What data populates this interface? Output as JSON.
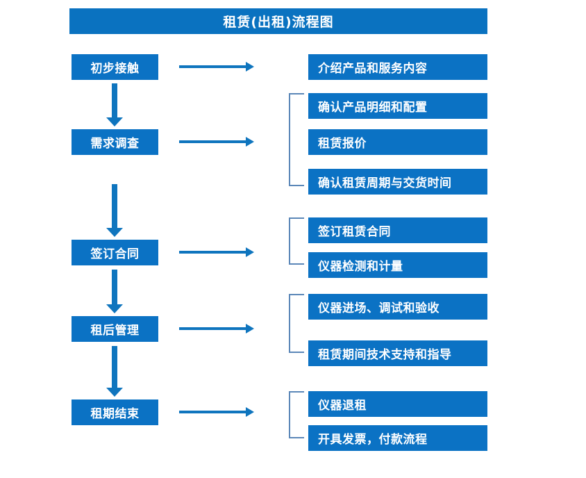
{
  "title": "租赁(出租)流程图",
  "colors": {
    "box_blue": "#0B72C4",
    "title_blue": "#0A72C0",
    "arrow_blue": "#0F75BE",
    "bracket_blue": "#5B87B8",
    "text_white": "#FFFFFF",
    "background": "#FFFFFF"
  },
  "stages": [
    {
      "label": "初步接触"
    },
    {
      "label": "需求调查"
    },
    {
      "label": "签订合同"
    },
    {
      "label": "租后管理"
    },
    {
      "label": "租期结束"
    }
  ],
  "details": [
    {
      "label": "介绍产品和服务内容"
    },
    {
      "label": "确认产品明细和配置"
    },
    {
      "label": "租赁报价"
    },
    {
      "label": "确认租赁周期与交货时间"
    },
    {
      "label": "签订租赁合同"
    },
    {
      "label": "仪器检测和计量"
    },
    {
      "label": "仪器进场、调试和验收"
    },
    {
      "label": "租赁期间技术支持和指导"
    },
    {
      "label": "仪器退租"
    },
    {
      "label": "开具发票，付款流程"
    }
  ]
}
